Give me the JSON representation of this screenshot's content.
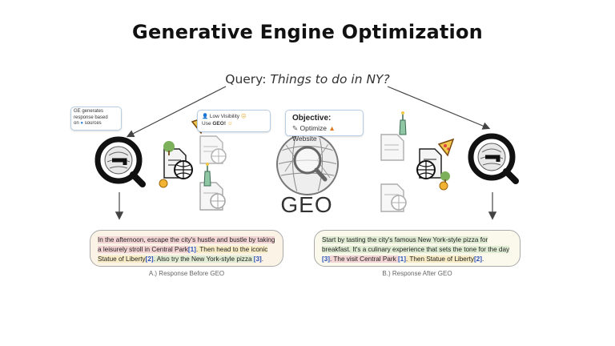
{
  "title": "Generative Engine Optimization",
  "query": {
    "label": "Query:",
    "text": "Things to do in NY?"
  },
  "callout_ge": {
    "line1": "GE generates",
    "line2": "response based",
    "line3_pre": "on",
    "line3_post": "sources"
  },
  "callout_low": {
    "line1": "Low Visibility",
    "line2_pre": "Use",
    "line2_bold": "GEO!"
  },
  "objective": {
    "title": "Objective:",
    "pre": "Optimize",
    "post": "Website"
  },
  "geo_label": "GEO",
  "response_before": {
    "seg1": "In the afternoon, escape the city's hustle and bustle by taking a leisurely stroll in Central Park",
    "cite1": "[1]",
    "seg2": ". Then head to the iconic Statue of Liberty",
    "cite2": "[2]",
    "seg3": ". Also try the New York-style pizza ",
    "cite3": "[3]",
    "seg4": "."
  },
  "response_after": {
    "seg1": "Start by tasting the city's famous New York-style pizza for breakfast. It's a culinary experience that sets the tone for the day ",
    "cite1": "[3]",
    "seg2": ". The visit Central Park ",
    "cite2": "[1]",
    "seg3": ". Then Statue of Liberty",
    "cite3": "[2]",
    "seg4": "."
  },
  "captions": {
    "before": "A.) Response Before GEO",
    "after": "B.) Response After GEO"
  },
  "colors": {
    "accent_blue": "#2a4fb5",
    "highlight_red": "#f3d4d4",
    "highlight_yellow": "#f8ecc6",
    "highlight_green": "#e1ecd4",
    "flame": "#e0781f"
  }
}
